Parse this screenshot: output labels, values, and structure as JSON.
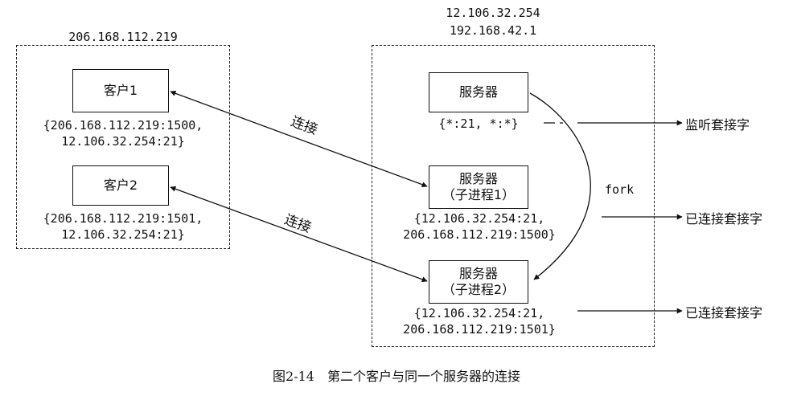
{
  "client_host": {
    "ip": "206.168.112.219"
  },
  "server_host": {
    "ip_public": "12.106.32.254",
    "ip_private": "192.168.42.1"
  },
  "clients": [
    {
      "label": "客户1",
      "sock_line1": "{206.168.112.219:1500,",
      "sock_line2": "12.106.32.254:21}"
    },
    {
      "label": "客户2",
      "sock_line1": "{206.168.112.219:1501,",
      "sock_line2": "12.106.32.254:21}"
    }
  ],
  "servers": {
    "listener": {
      "label": "服务器",
      "sock": "{*:21, *:*}"
    },
    "child1": {
      "label": "服务器",
      "sublabel": "（子进程1）",
      "sock_line1": "{12.106.32.254:21,",
      "sock_line2": "206.168.112.219:1500}"
    },
    "child2": {
      "label": "服务器",
      "sublabel": "（子进程2）",
      "sock_line1": "{12.106.32.254:21,",
      "sock_line2": "206.168.112.219:1501}"
    }
  },
  "connection_labels": [
    "连接",
    "连接"
  ],
  "fork_label": "fork",
  "side_labels": {
    "listening": "监听套接字",
    "connected1": "已连接套接字",
    "connected2": "已连接套接字"
  },
  "caption": "图2-14　第二个客户与同一个服务器的连接"
}
